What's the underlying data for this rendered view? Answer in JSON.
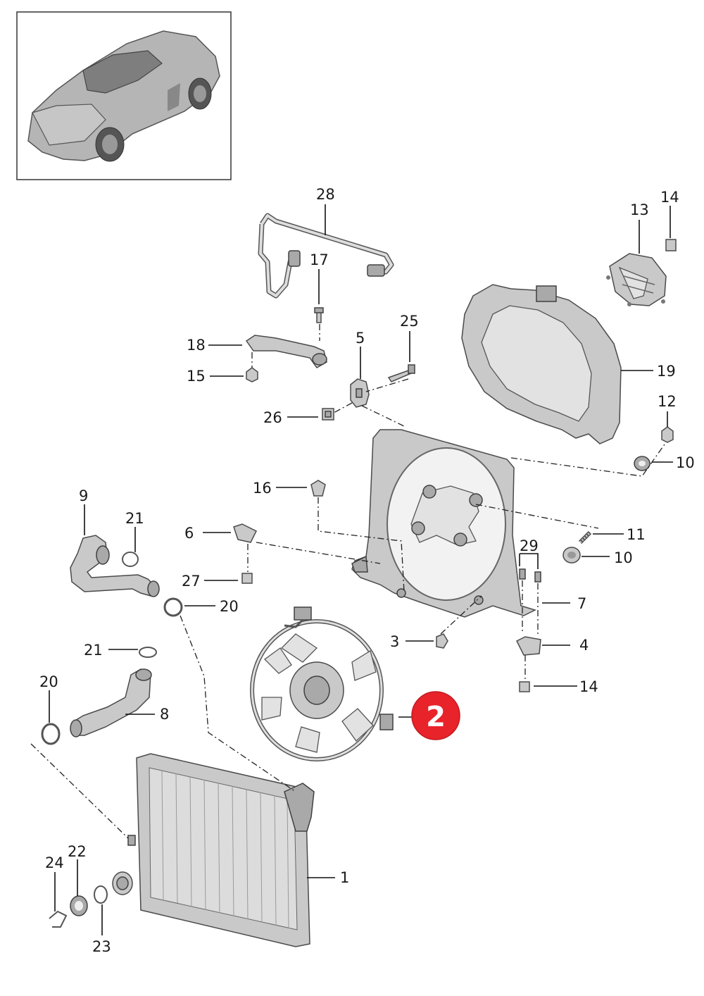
{
  "callouts": {
    "n1": "1",
    "n2": "2",
    "n3": "3",
    "n4": "4",
    "n5": "5",
    "n6": "6",
    "n7": "7",
    "n8": "8",
    "n9": "9",
    "n10a": "10",
    "n10b": "10",
    "n11": "11",
    "n12": "12",
    "n13": "13",
    "n14a": "14",
    "n14b": "14",
    "n15": "15",
    "n16": "16",
    "n17": "17",
    "n18": "18",
    "n19": "19",
    "n20a": "20",
    "n20b": "20",
    "n21a": "21",
    "n21b": "21",
    "n22": "22",
    "n23": "23",
    "n24": "24",
    "n25": "25",
    "n26": "26",
    "n27": "27",
    "n28": "28",
    "n29": "29"
  },
  "highlight": {
    "label": "2",
    "color": "#e8232a"
  },
  "colors": {
    "part_fill": "#c9c9c9",
    "outline": "#4a4a4a",
    "line": "#111111"
  }
}
